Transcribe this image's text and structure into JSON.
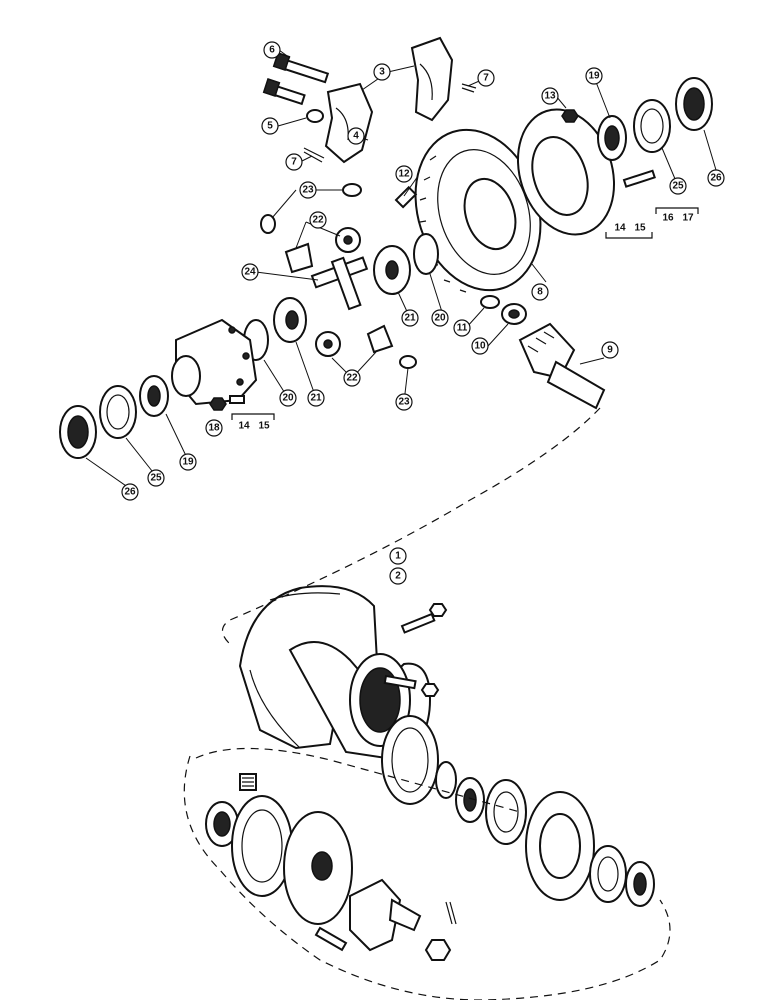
{
  "callouts": {
    "c1": "1",
    "c2": "2",
    "c3": "3",
    "c4": "4",
    "c5": "5",
    "c6": "6",
    "c7a": "7",
    "c7b": "7",
    "c8": "8",
    "c9": "9",
    "c10": "10",
    "c11": "11",
    "c12": "12",
    "c13": "13",
    "c14a": "14",
    "c15a": "15",
    "c14b": "14",
    "c15b": "15",
    "c16": "16",
    "c17": "17",
    "c18": "18",
    "c19a": "19",
    "c19b": "19",
    "c20a": "20",
    "c20b": "20",
    "c21a": "21",
    "c21b": "21",
    "c22a": "22",
    "c22b": "22",
    "c23a": "23",
    "c23b": "23",
    "c24": "24",
    "c25a": "25",
    "c25b": "25",
    "c26a": "26",
    "c26b": "26"
  }
}
